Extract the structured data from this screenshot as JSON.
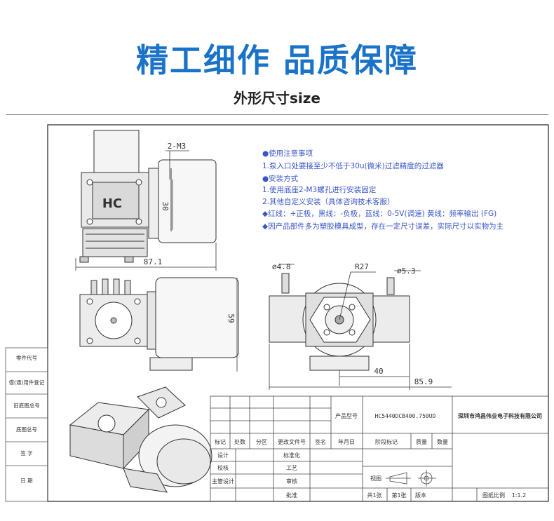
{
  "header": {
    "title": "精工细作 品质保障",
    "subtitle": "外形尺寸size"
  },
  "notes": {
    "section1_title": "●使用注意事项",
    "section1_line1": "1.泵入口处要接至少不低于30u(微米)过滤精度的过滤器",
    "section2_title": "●安装方式",
    "section2_line1": "1.使用底座2-M3螺孔进行安装固定",
    "section2_line2": "2.其他自定义安装（具体咨询技术客服）",
    "wiring": "◆红线：+正极，黑线：-负极，蓝线：0-5V(调速) 黄线：频率输出 (FG)",
    "disclaimer": "◆因产品部件多为塑胶模具成型，存在一定尺寸误差，实际尺寸以实物为主"
  },
  "dimensions": {
    "hole_spec": "2-M3",
    "height_30": "30",
    "width_87": "87.1",
    "height_59": "59",
    "inlet_dia": "⌀4.8",
    "radius": "R27",
    "outlet_dia": "⌀5.3",
    "width_40": "40",
    "width_85": "85.9"
  },
  "side_labels": [
    "零件代号",
    "借(通)用件登记",
    "旧底图总号",
    "底图总号",
    "签 字",
    "日 期"
  ],
  "title_block": {
    "product_model_label": "产品型号",
    "product_model": "HC5440DCB400.750UD",
    "company": "深圳市鸿昌伟业电子科技有限公司",
    "col_mark": "标记",
    "col_count": "处数",
    "col_zone": "分区",
    "col_doc": "更改文件号",
    "col_sign": "签名",
    "col_date": "年月日",
    "design": "设计",
    "standard": "标准化",
    "check": "校核",
    "process": "工艺",
    "chief": "主管设计",
    "review": "审核",
    "approve": "批准",
    "stage_mark": "阶段标记",
    "weight": "质量",
    "quantity": "数量",
    "view": "视图",
    "total_sheets": "共1张",
    "sheet_no": "第1张",
    "version": "版本",
    "scale_label": "图纸比例",
    "scale": "1:1.2"
  }
}
